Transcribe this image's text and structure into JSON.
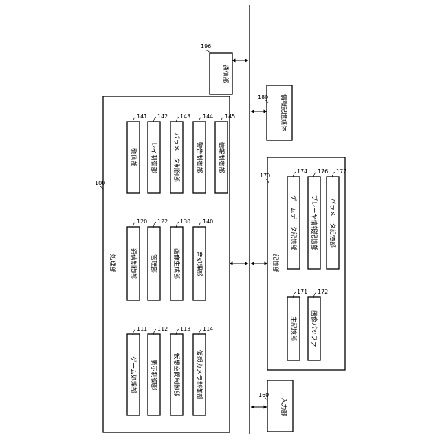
{
  "communication_unit": {
    "ref": "196",
    "label": "通信部"
  },
  "information_storage_medium": {
    "ref": "180",
    "label": "情報記憶媒体"
  },
  "processing_unit": {
    "ref": "100",
    "label": "処理部",
    "modules": [
      {
        "ref": "111",
        "label": "ゲーム処理部"
      },
      {
        "ref": "112",
        "label": "表示制御部"
      },
      {
        "ref": "113",
        "label": "仮想空間制御部"
      },
      {
        "ref": "114",
        "label": "仮想カメラ制御部"
      },
      {
        "ref": "120",
        "label": "通信制御部"
      },
      {
        "ref": "122",
        "label": "管理部"
      },
      {
        "ref": "130",
        "label": "画像生成部"
      },
      {
        "ref": "140",
        "label": "音処理部"
      },
      {
        "ref": "141",
        "label": "発信部"
      },
      {
        "ref": "142",
        "label": "レイ制御部"
      },
      {
        "ref": "143",
        "label": "パラメータ制御部"
      },
      {
        "ref": "144",
        "label": "警告制御部"
      },
      {
        "ref": "145",
        "label": "情報制御部"
      }
    ]
  },
  "storage_unit": {
    "ref": "170",
    "label": "記憶部",
    "modules": [
      {
        "ref": "171",
        "label": "主記憶部"
      },
      {
        "ref": "172",
        "label": "画像バッファ"
      },
      {
        "ref": "174",
        "label": "ゲームデータ記憶部"
      },
      {
        "ref": "176",
        "label": "プレーヤ情報記憶部"
      },
      {
        "ref": "177",
        "label": "パラメータ記憶部"
      }
    ]
  },
  "input_unit": {
    "ref": "160",
    "label": "入力部"
  }
}
